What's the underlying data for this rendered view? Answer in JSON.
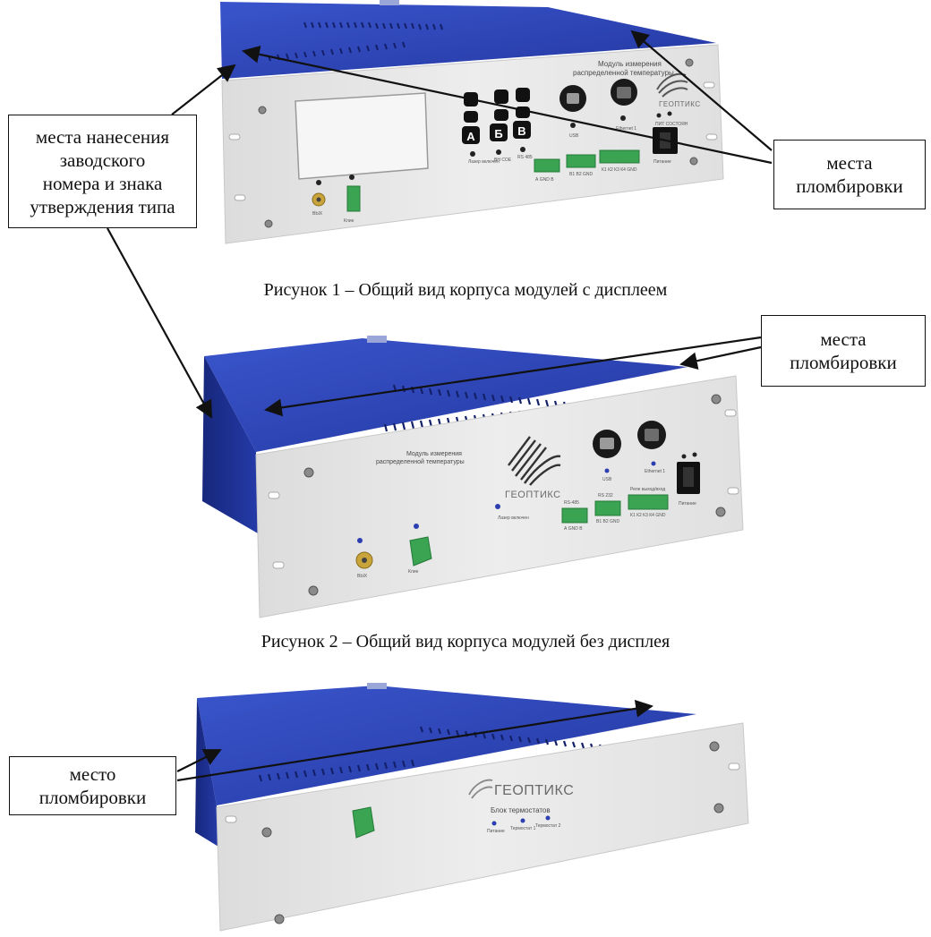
{
  "callouts": {
    "factory_number": {
      "lines": [
        "места нанесения",
        "заводского",
        "номера и знака",
        "утверждения типа"
      ]
    },
    "seal_fig1": {
      "lines": [
        "места",
        "пломбировки"
      ]
    },
    "seal_fig2": {
      "lines": [
        "места",
        "пломбировки"
      ]
    },
    "seal_fig3": {
      "lines": [
        "место",
        "пломбировки"
      ]
    }
  },
  "captions": {
    "fig1": "Рисунок 1 – Общий вид корпуса модулей с дисплеем",
    "fig2": "Рисунок 2 – Общий вид корпуса модулей без дисплея"
  },
  "device1": {
    "title_line1": "Модуль измерения",
    "title_line2": "распределенной температуры",
    "brand": "ГЕОПТИКС",
    "keys": [
      "А",
      "Б",
      "В"
    ],
    "labels": {
      "led1": "Лазер включен",
      "led2": "ВН СОЕ",
      "led3": "RS 485",
      "usb": "USB",
      "ethernet": "Ethernet 1",
      "power_leds": "ПИТ СОСТОЯН",
      "power": "Питание",
      "sma": "ВЫХ",
      "switch": "Клин",
      "term1": "А GND В",
      "term2": "В1 В2 GND",
      "term3": "К1 К2 К3 К4 GND"
    }
  },
  "device2": {
    "title_line1": "Модуль измерения",
    "title_line2": "распределенной температуры",
    "brand": "ГЕОПТИКС",
    "labels": {
      "laser": "Лазер включен",
      "rs485": "RS-485",
      "can": "RS 232",
      "relay": "Реле выход/вход",
      "usb": "USB",
      "ethernet": "Ethernet 1",
      "power": "Питание",
      "sma": "ВЫХ",
      "switch": "Клин",
      "term1": "А GND В",
      "term2": "В1 В2 GND",
      "term3": "К1 К2 К3 К4 GND"
    }
  },
  "device3": {
    "brand": "ГЕОПТИКС",
    "subtitle": "Блок термостатов",
    "leds": [
      "Питание",
      "Термостат 1",
      "Термостат 2"
    ]
  },
  "colors": {
    "cover": "#2c44b8",
    "cover_side": "#1d2f91",
    "panel": "#e8e8e8",
    "terminal": "#3aa452"
  }
}
